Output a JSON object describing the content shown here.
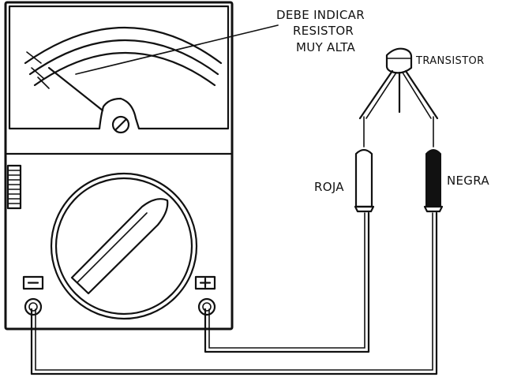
{
  "annotation": {
    "lines": [
      "DEBE INDICAR",
      "RESISTOR",
      "MUY ALTA"
    ]
  },
  "labels": {
    "transistor": "TRANSISTOR",
    "red_probe": "ROJA",
    "black_probe": "NEGRA"
  },
  "terminals": {
    "negative_symbol": "minus-sign",
    "positive_symbol": "plus-sign"
  },
  "colors": {
    "ink": "#111111",
    "background": "#ffffff",
    "black_probe_fill": "#111111"
  }
}
